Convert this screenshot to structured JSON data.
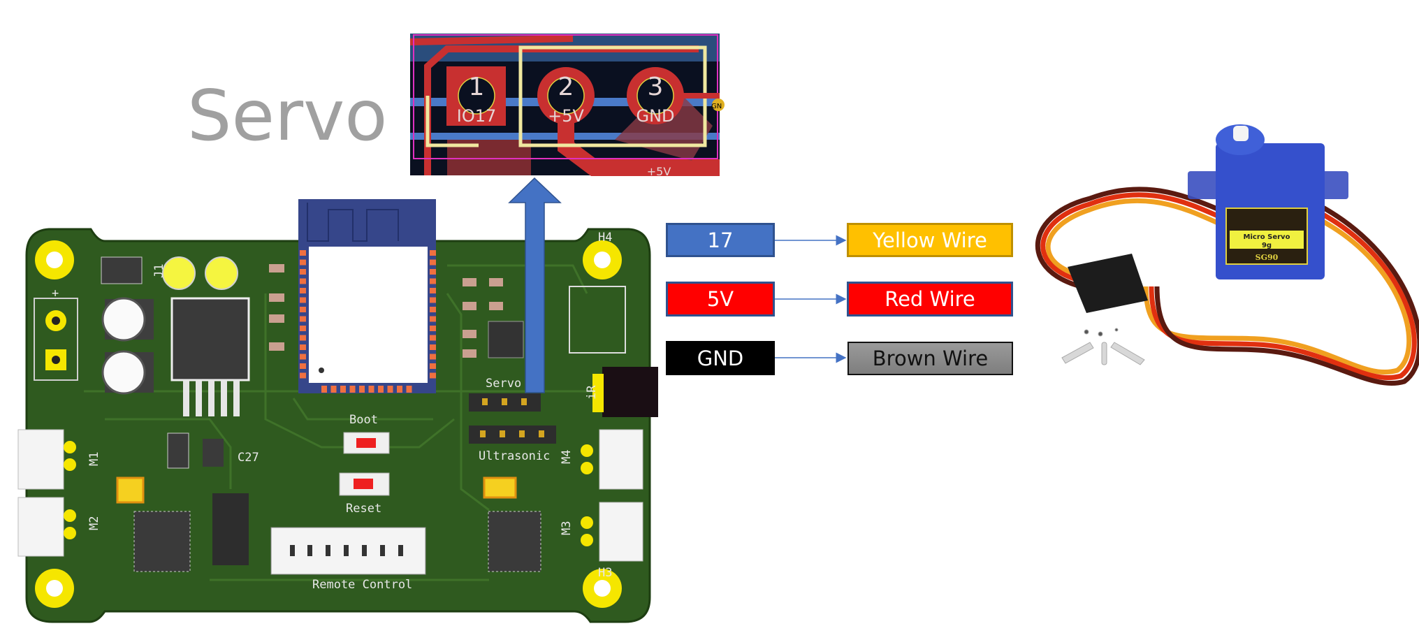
{
  "colors": {
    "pin17": "#4472c4",
    "pin5v": "#ff0000",
    "pingnd": "#000000",
    "yellow_wire": "#ffc000",
    "red_wire": "#ff0000",
    "brown_wire": "#8c8c8c",
    "arrow": "#4472c4",
    "pcb_green": "#2f5a1f"
  },
  "inset": {
    "pins": [
      {
        "number": "1",
        "signal": "IO17"
      },
      {
        "number": "2",
        "signal": "+5V"
      },
      {
        "number": "3",
        "signal": "GND"
      }
    ],
    "silk_label": "Servo",
    "net_label": "+5V",
    "edge_label": "GN"
  },
  "mapping": [
    {
      "pin": "17",
      "wire": "Yellow Wire"
    },
    {
      "pin": "5V",
      "wire": "Red Wire"
    },
    {
      "pin": "GND",
      "wire": "Brown Wire"
    }
  ],
  "pcb": {
    "labels": {
      "boot": "Boot",
      "reset": "Reset",
      "servo": "Servo",
      "ultrasonic": "Ultrasonic",
      "remote_control": "Remote Control",
      "m1": "M1",
      "m2": "M2",
      "m3": "M3",
      "m4": "M4",
      "h3": "H3",
      "h4": "H4",
      "j1": "J1",
      "c27": "C27",
      "ir": "iR",
      "plus": "+"
    }
  },
  "servo_motor": {
    "label_line1": "Micro Servo",
    "label_line2": "9g",
    "model": "SG90"
  }
}
